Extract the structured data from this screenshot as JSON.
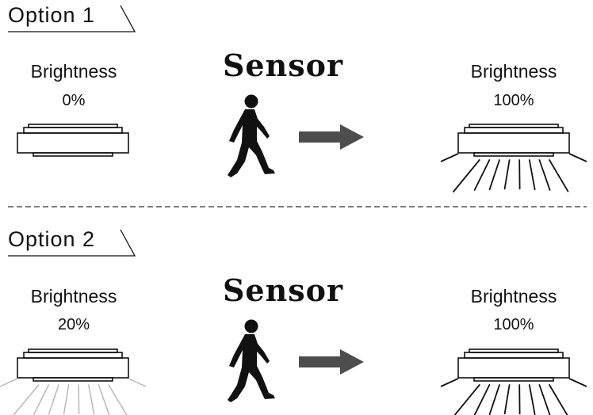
{
  "options": [
    {
      "title": "Option  1",
      "left_lamp": {
        "label": "Brightness",
        "value": "0%",
        "rays": false,
        "ray_color": "#c8c8c8"
      },
      "sensor_label": "Sensor",
      "right_lamp": {
        "label": "Brightness",
        "value": "100%",
        "rays": true,
        "ray_color": "#111111"
      }
    },
    {
      "title": "Option  2",
      "left_lamp": {
        "label": "Brightness",
        "value": "20%",
        "rays": true,
        "ray_color": "#b4b4b4"
      },
      "sensor_label": "Sensor",
      "right_lamp": {
        "label": "Brightness",
        "value": "100%",
        "rays": true,
        "ray_color": "#111111"
      }
    }
  ],
  "colors": {
    "arrow": "#4d4d4d",
    "divider": "#333333",
    "figure": "#111111"
  },
  "icons": {
    "person": "walking-person-icon",
    "arrow": "right-arrow-icon",
    "lamp": "ceiling-light-icon"
  }
}
